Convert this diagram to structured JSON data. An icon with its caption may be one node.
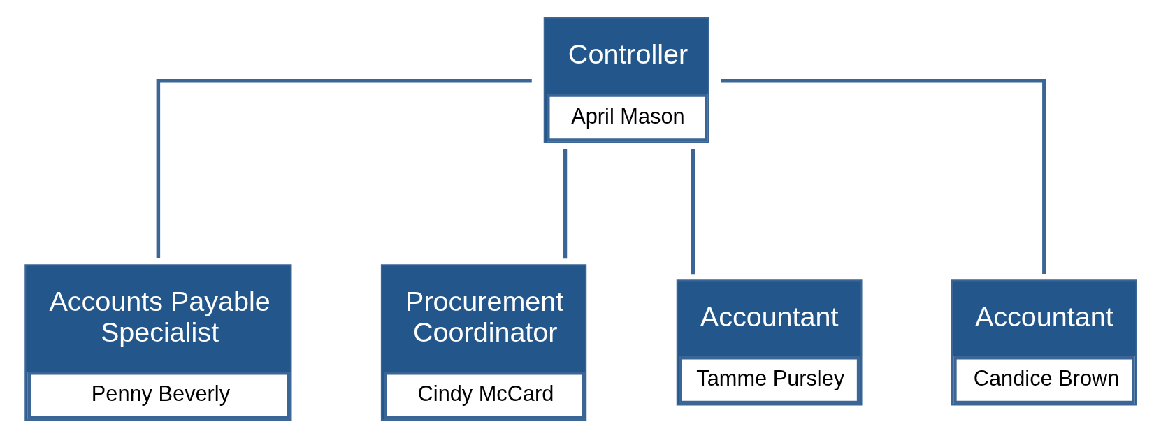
{
  "diagram": {
    "nodes": [
      {
        "text": [
          "Controller",
          "April Mason"
        ]
      },
      {
        "text": [
          "Accounts Payable Specialist",
          "Penny Beverly"
        ]
      },
      {
        "text": [
          "Procurement Coordinator",
          "Cindy McCard"
        ]
      },
      {
        "text": [
          "Accountant",
          "Tamme Pursley"
        ]
      },
      {
        "text": [
          "Accountant",
          "Candice Brown"
        ]
      }
    ],
    "edges": [
      {
        "from": 0,
        "to": 1,
        "arrow": "none"
      },
      {
        "from": 0,
        "to": 2,
        "arrow": "none"
      },
      {
        "from": 0,
        "to": 3,
        "arrow": "none"
      },
      {
        "from": 0,
        "to": 4,
        "arrow": "none"
      }
    ]
  }
}
